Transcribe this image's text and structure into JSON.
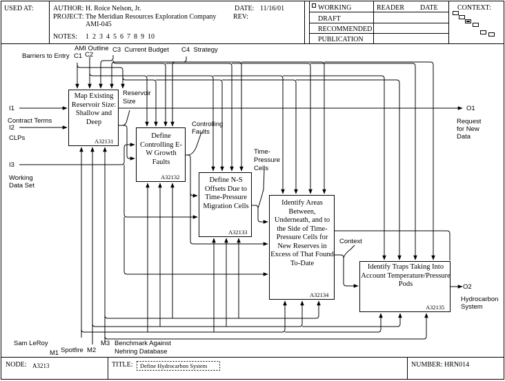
{
  "header": {
    "used_at_label": "USED AT:",
    "author_label": "AUTHOR:",
    "author": "H. Roice Nelson, Jr.",
    "date_label": "DATE:",
    "date": "11/16/01",
    "project_label": "PROJECT:",
    "project": "The Meridian Resources Exploration Company",
    "project_line2": "AMI-045",
    "rev_label": "REV:",
    "notes_label": "NOTES:",
    "notes_numbers": "1  2  3  4  5  6  7  8  9  10",
    "status": [
      "WORKING",
      "DRAFT",
      "RECOMMENDED",
      "PUBLICATION"
    ],
    "reader_label": "READER",
    "reader_date_label": "DATE",
    "context_label": "CONTEXT:"
  },
  "footer": {
    "node_label": "NODE:",
    "node": "A3213",
    "title_label": "TITLE:",
    "title": "Define Hydrocarbon System",
    "number_label": "NUMBER:",
    "number": "HRN014"
  },
  "boxes": [
    {
      "label": "Map Existing Reservoir Size: Shallow and Deep",
      "num": "A32131"
    },
    {
      "label": "Define Controlling E-W Growth Faults",
      "num": "A32132"
    },
    {
      "label": "Define N-S Offsets Due to Time-Pressure Migration Cells",
      "num": "A32133"
    },
    {
      "label": "Identify Areas Between, Underneath, and to the Side of Time-Pressure Cells for New Reserves in Excess of That Found To-Date",
      "num": "A32134"
    },
    {
      "label": "Identify Traps Taking Into Account Temperature/Pressure Pods",
      "num": "A32135"
    }
  ],
  "arrows": {
    "c1_code": "C1",
    "c1": "Barriers to Entry",
    "c2_code": "C2",
    "c2": "AMI Outline",
    "c3": "C3  Current Budget",
    "c4": "C4  Strategy",
    "i1": "I1",
    "i2": "I2",
    "i2_label": "Contract Terms",
    "clps": "CLPs",
    "i3": "I3",
    "i3_label": [
      "Working",
      "Data Set"
    ],
    "o1": "O1",
    "o1_label": [
      "Request",
      "for New",
      "Data"
    ],
    "o2": "O2",
    "o2_label": [
      "Hydrocarbon",
      "System"
    ],
    "m1_label": "Sam LeRoy",
    "m1_code": "M1",
    "m2": "Spotfire  M2",
    "m3_code": "M3",
    "m3_label": [
      "Benchmark Against",
      "Nehring Database"
    ],
    "reservoir_size": [
      "Reservoir",
      "Size"
    ],
    "controlling_faults": [
      "Controlling",
      "Faults"
    ],
    "time_pressure_cells": [
      "Time-",
      "Pressure",
      "Cells"
    ],
    "context": "Context"
  }
}
